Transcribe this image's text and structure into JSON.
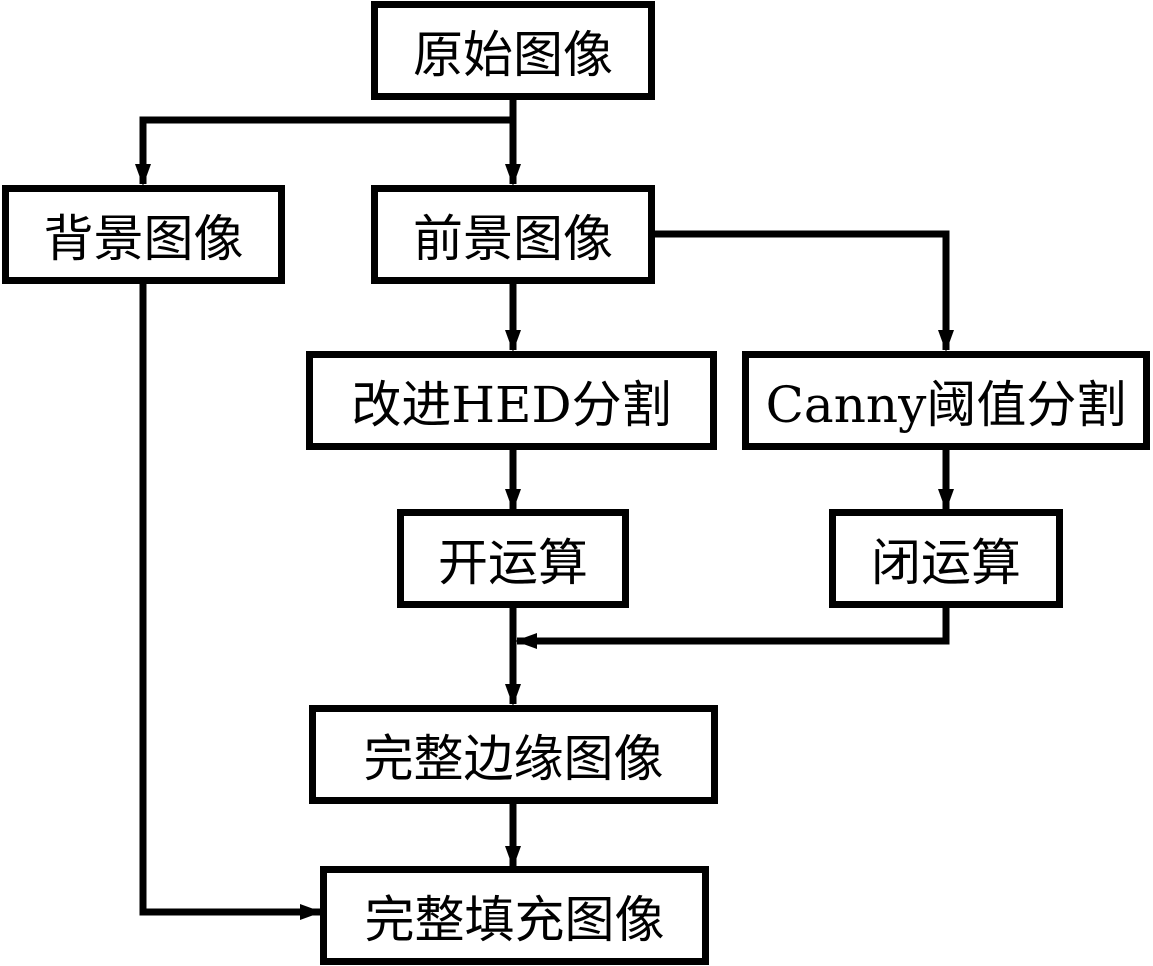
{
  "diagram": {
    "nodes": {
      "original": "原始图像",
      "background": "背景图像",
      "foreground": "前景图像",
      "hed": "改进HED分割",
      "canny": "Canny阈值分割",
      "opening": "开运算",
      "closing": "闭运算",
      "full_edge": "完整边缘图像",
      "full_fill": "完整填充图像"
    },
    "edges": [
      [
        "原始图像",
        "背景图像"
      ],
      [
        "原始图像",
        "前景图像"
      ],
      [
        "前景图像",
        "改进HED分割"
      ],
      [
        "前景图像",
        "Canny阈值分割"
      ],
      [
        "改进HED分割",
        "开运算"
      ],
      [
        "Canny阈值分割",
        "闭运算"
      ],
      [
        "开运算",
        "完整边缘图像"
      ],
      [
        "闭运算",
        "完整边缘图像"
      ],
      [
        "完整边缘图像",
        "完整填充图像"
      ],
      [
        "背景图像",
        "完整填充图像"
      ]
    ]
  }
}
